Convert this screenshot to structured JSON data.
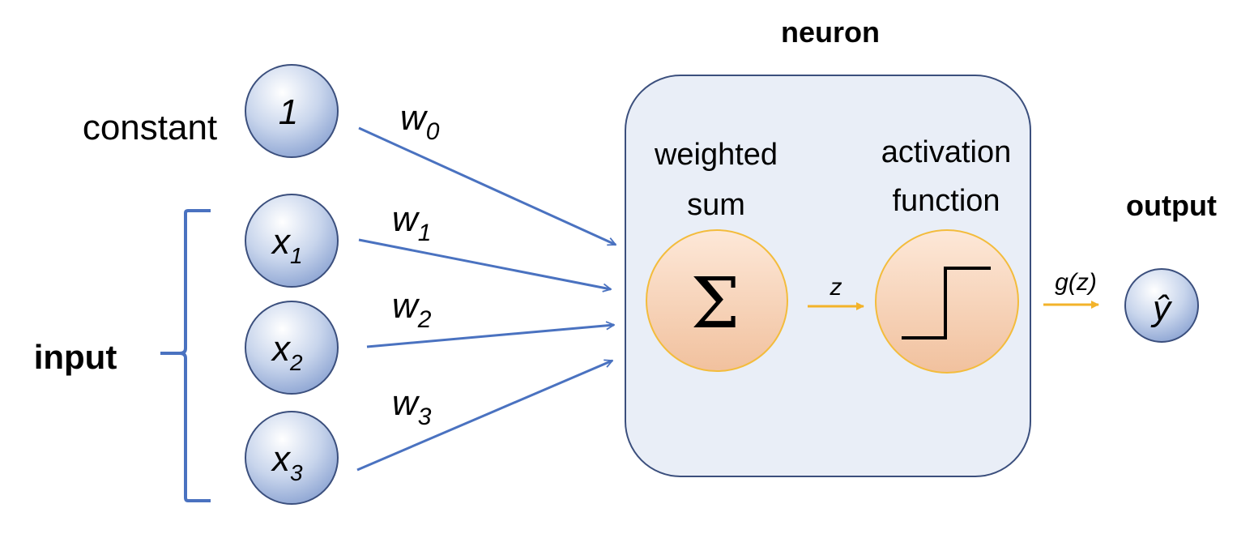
{
  "labels": {
    "neuron": "neuron",
    "constant": "constant",
    "input": "input",
    "output": "output",
    "weighted": "weighted",
    "sum": "sum",
    "activation": "activation",
    "function": "function",
    "z": "z",
    "gz": "g(z)"
  },
  "nodes": {
    "bias": {
      "value": "1"
    },
    "x1": {
      "base": "x",
      "sub": "1"
    },
    "x2": {
      "base": "x",
      "sub": "2"
    },
    "x3": {
      "base": "x",
      "sub": "3"
    },
    "output": {
      "value": "ŷ"
    }
  },
  "weights": {
    "w0": {
      "base": "w",
      "sub": "0"
    },
    "w1": {
      "base": "w",
      "sub": "1"
    },
    "w2": {
      "base": "w",
      "sub": "2"
    },
    "w3": {
      "base": "w",
      "sub": "3"
    }
  },
  "symbols": {
    "sigma": "Σ"
  },
  "colors": {
    "line": "#4a72c0",
    "node_stroke": "#3b4f7d",
    "neuron_fill": "#e9eef7",
    "neuron_stroke": "#3b4f7d",
    "orange_stroke": "#f3bc3c",
    "arrow_orange": "#f3b32a"
  }
}
